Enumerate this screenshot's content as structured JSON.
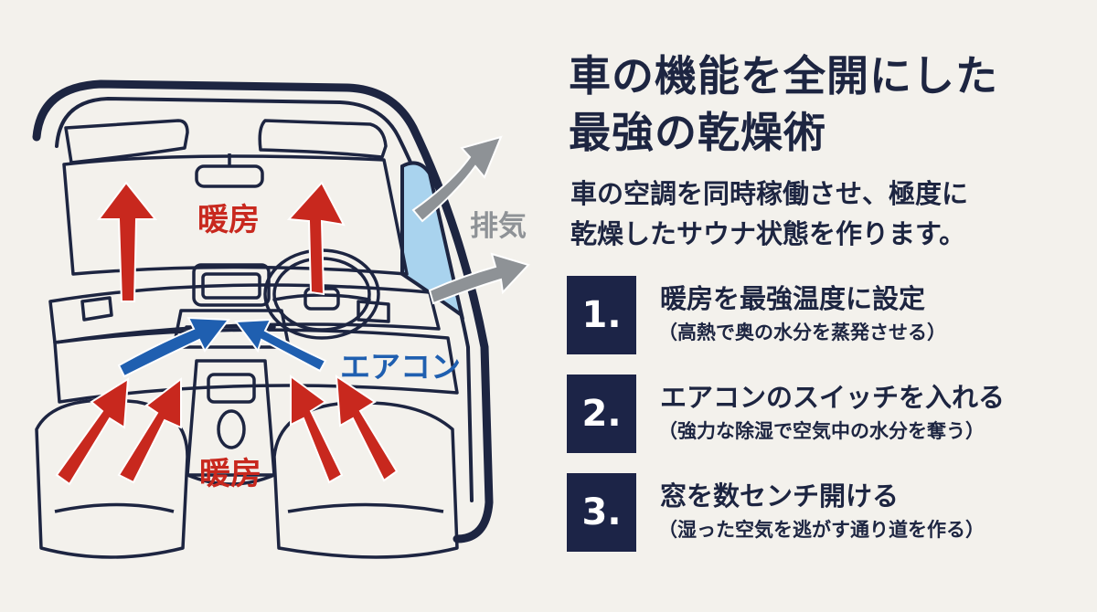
{
  "diagram": {
    "labels": {
      "heater_top": "暖房",
      "heater_bottom": "暖房",
      "exhaust": "排気",
      "aircon": "エアコン"
    },
    "colors": {
      "heater_arrow": "#c8281e",
      "aircon_arrow": "#1f5fb0",
      "exhaust_arrow": "#8e9296",
      "line": "#1d2541",
      "window": "#a9d3ee"
    }
  },
  "panel": {
    "title_line1": "車の機能を全開にした",
    "title_line2": "最強の乾燥術",
    "desc_line1": "車の空調を同時稼働させ、極度に",
    "desc_line2": "乾燥したサウナ状態を作ります。",
    "steps": [
      {
        "num": "1.",
        "main": "暖房を最強温度に設定",
        "sub": "（高熱で奥の水分を蒸発させる）"
      },
      {
        "num": "2.",
        "main": "エアコンのスイッチを入れる",
        "sub": "（強力な除湿で空気中の水分を奪う）"
      },
      {
        "num": "3.",
        "main": "窓を数センチ開ける",
        "sub": "（湿った空気を逃がす通り道を作る）"
      }
    ]
  }
}
